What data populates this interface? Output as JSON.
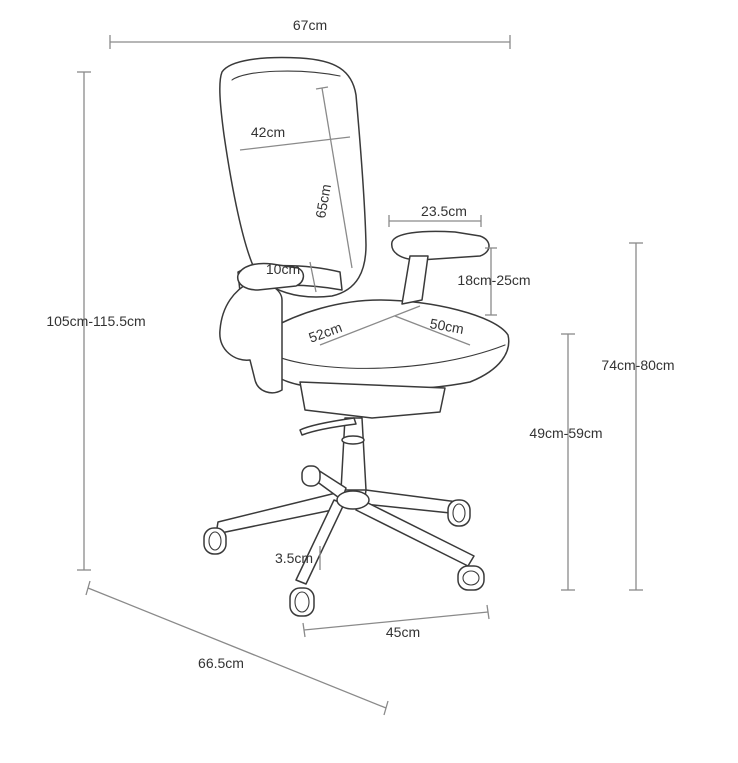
{
  "labels": {
    "total_width": "67cm",
    "back_width": "42cm",
    "back_height": "65cm",
    "armrest_length": "23.5cm",
    "armrest_adjust": "18cm-25cm",
    "lumbar": "10cm",
    "seat_width": "52cm",
    "seat_depth": "50cm",
    "total_height": "105cm-115.5cm",
    "arm_height": "74cm-80cm",
    "seat_height": "49cm-59cm",
    "caster": "3.5cm",
    "base_span": "45cm",
    "total_depth": "66.5cm"
  }
}
